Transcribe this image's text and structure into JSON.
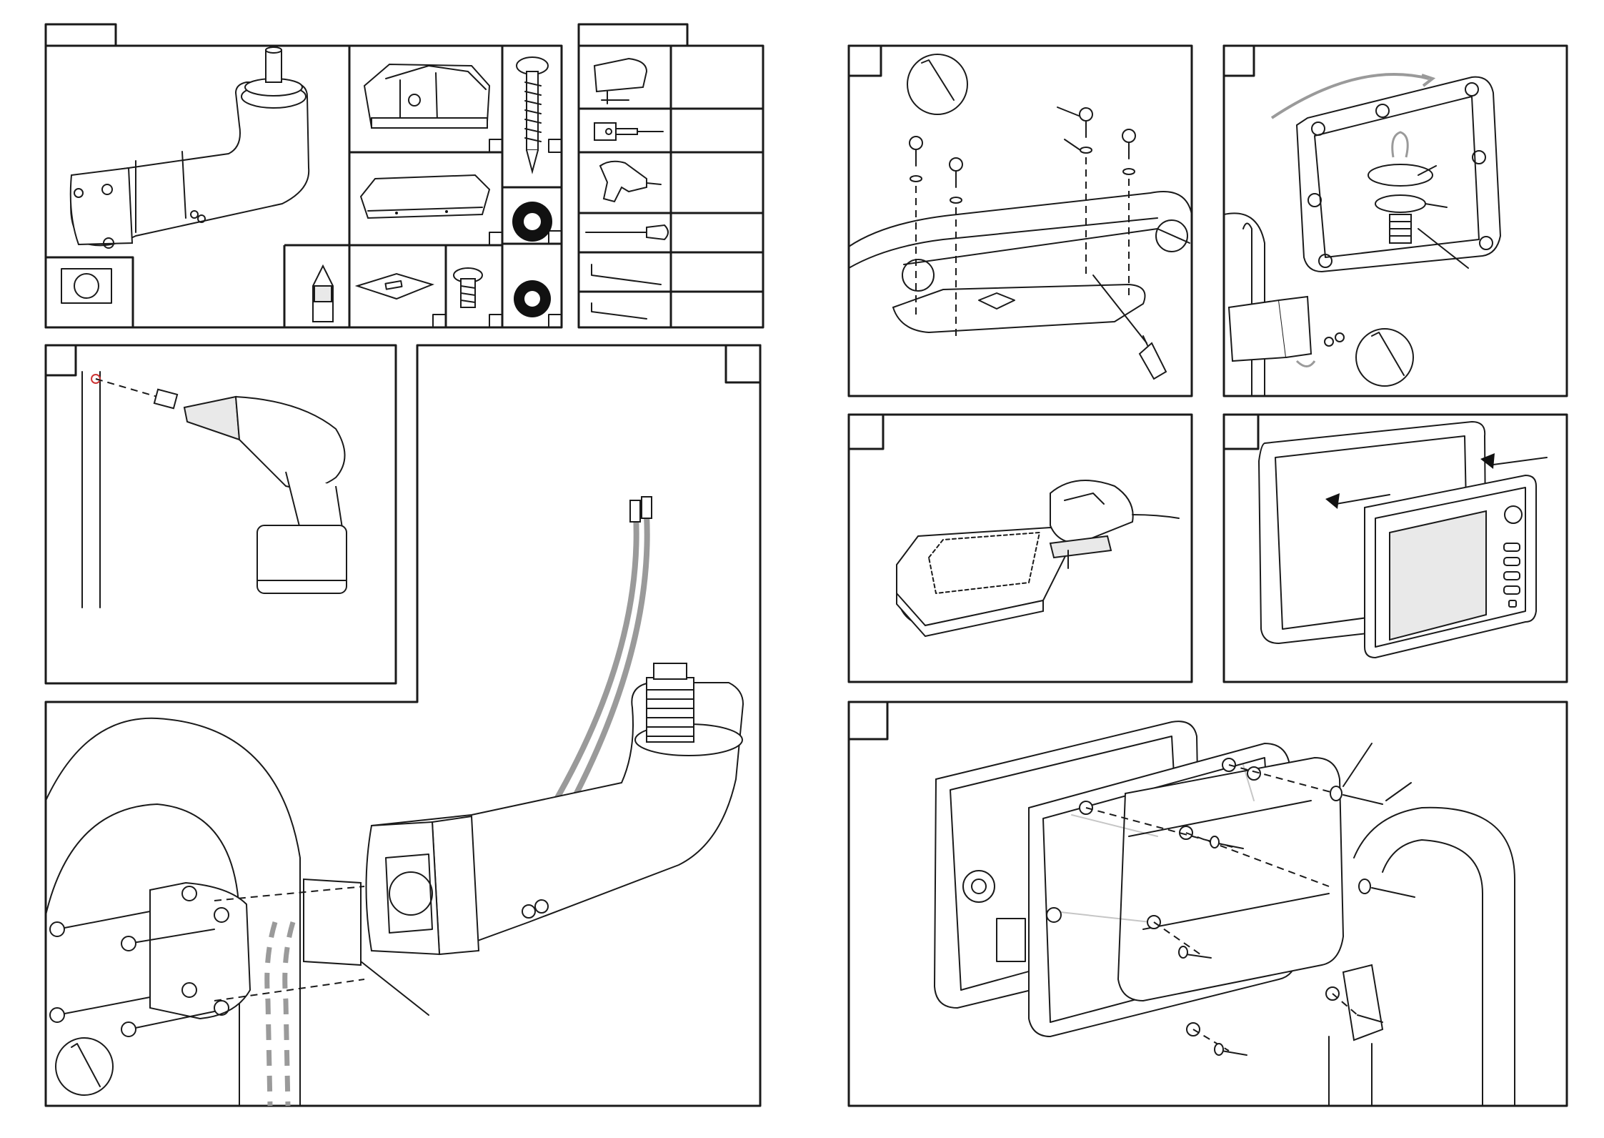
{
  "document": {
    "title": "",
    "page_count": 2
  },
  "figures": {
    "parts_list": "parts-list",
    "tools_list": "tools-list",
    "step_drill": "step-drill",
    "step_arm_mount": "step-arm-mount",
    "step_base_plate": "step-base-plate",
    "step_bracket_rotate": "step-bracket-rotate",
    "step_cut": "step-cut",
    "step_insert_display": "step-insert-display",
    "step_final_screws": "step-final-screws"
  },
  "tools": [
    "jigsaw-icon",
    "hole-saw-icon",
    "drill-icon",
    "screwdriver-icon",
    "hex-key-large-icon",
    "hex-key-small-icon"
  ],
  "parts": [
    "mount-arm-icon",
    "housing-cover-icon",
    "flat-cover-icon",
    "screw-icon",
    "washer-large-icon",
    "washer-small-icon",
    "thread-lock-icon",
    "mounting-plate-icon",
    "short-bolt-icon",
    "clamp-block-icon"
  ]
}
